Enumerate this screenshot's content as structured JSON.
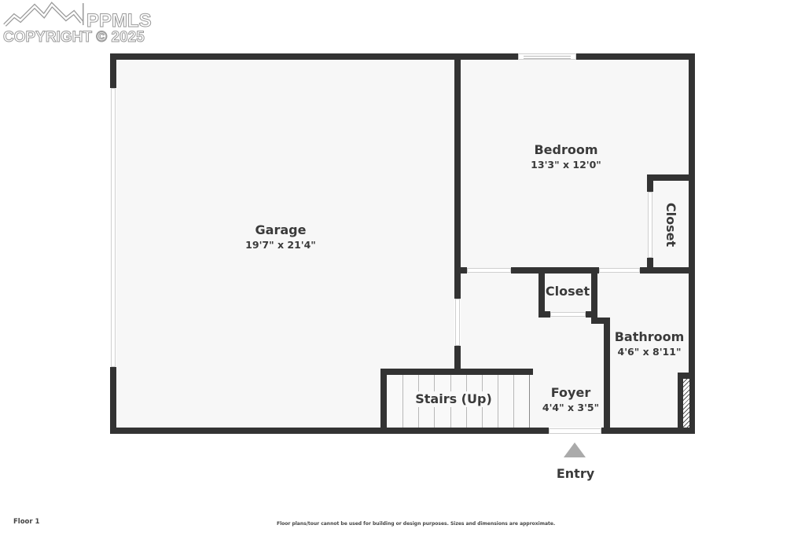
{
  "watermark": {
    "brand": "PPMLS",
    "copyright": "COPYRIGHT © 2025",
    "logo_icon": "mountain-logo-icon"
  },
  "floor_plan": {
    "floor_label": "Floor 1",
    "disclaimer": "Floor plans/tour cannot be used for building or design purposes. Sizes and dimensions are approximate.",
    "colors": {
      "wall": "#333333",
      "floor": "#f7f7f7",
      "background": "#ffffff",
      "entry_marker": "#aaaaaa"
    },
    "rooms": [
      {
        "name": "Garage",
        "dimensions": "19'7\" x 21'4\""
      },
      {
        "name": "Bedroom",
        "dimensions": "13'3\" x 12'0\""
      },
      {
        "name": "Closet",
        "dimensions": ""
      },
      {
        "name": "Closet",
        "dimensions": ""
      },
      {
        "name": "Bathroom",
        "dimensions": "4'6\" x 8'11\""
      },
      {
        "name": "Stairs (Up)",
        "dimensions": ""
      },
      {
        "name": "Foyer",
        "dimensions": "4'4\" x 3'5\""
      }
    ],
    "entry_label": "Entry"
  }
}
